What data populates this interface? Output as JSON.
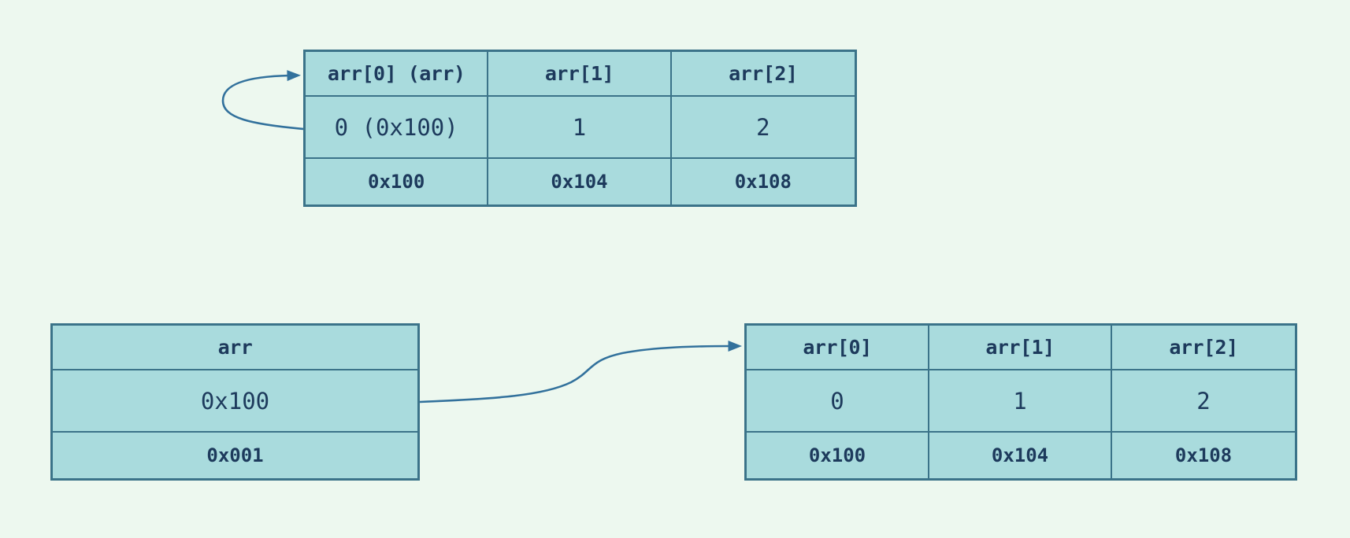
{
  "colors": {
    "bg": "#edf8ef",
    "fill": "#a9dbdd",
    "border": "#3b7389",
    "text": "#1d3a5c",
    "arrow": "#32719c"
  },
  "self_ref_table": {
    "headers": [
      "arr[0] (arr)",
      "arr[1]",
      "arr[2]"
    ],
    "values": [
      "0 (0x100)",
      "1",
      "2"
    ],
    "addresses": [
      "0x100",
      "0x104",
      "0x108"
    ]
  },
  "pointer_table": {
    "header": "arr",
    "value": "0x100",
    "address": "0x001"
  },
  "array_table": {
    "headers": [
      "arr[0]",
      "arr[1]",
      "arr[2]"
    ],
    "values": [
      "0",
      "1",
      "2"
    ],
    "addresses": [
      "0x100",
      "0x104",
      "0x108"
    ]
  }
}
